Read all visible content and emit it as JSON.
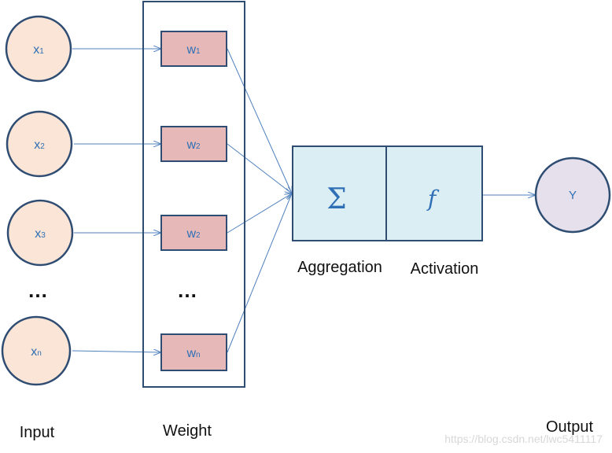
{
  "inputs": [
    {
      "base": "x",
      "sub": "1"
    },
    {
      "base": "x",
      "sub": "2"
    },
    {
      "base": "x",
      "sub": "3"
    },
    {
      "base": "x",
      "sub": "n"
    }
  ],
  "weights": [
    {
      "base": "w",
      "sub": "1"
    },
    {
      "base": "w",
      "sub": "2"
    },
    {
      "base": "w",
      "sub": "2"
    },
    {
      "base": "w",
      "sub": "n"
    }
  ],
  "ellipsis": "…",
  "aggregation": {
    "symbol": "Σ",
    "label": "Aggregation"
  },
  "activation": {
    "symbol": "f",
    "label": "Activation"
  },
  "output": {
    "text": "Y",
    "label": "Output"
  },
  "labels": {
    "input": "Input",
    "weight": "Weight"
  },
  "watermark": "https://blog.csdn.net/lwc5411117",
  "colors": {
    "input_fill": "#fbe5d6",
    "weight_fill": "#e6b9b8",
    "box_fill": "#dbeef4",
    "output_fill": "#e5e0ec",
    "stroke": "#2f4d73",
    "arrow": "#4f81bd",
    "text": "#2e6fb5"
  }
}
